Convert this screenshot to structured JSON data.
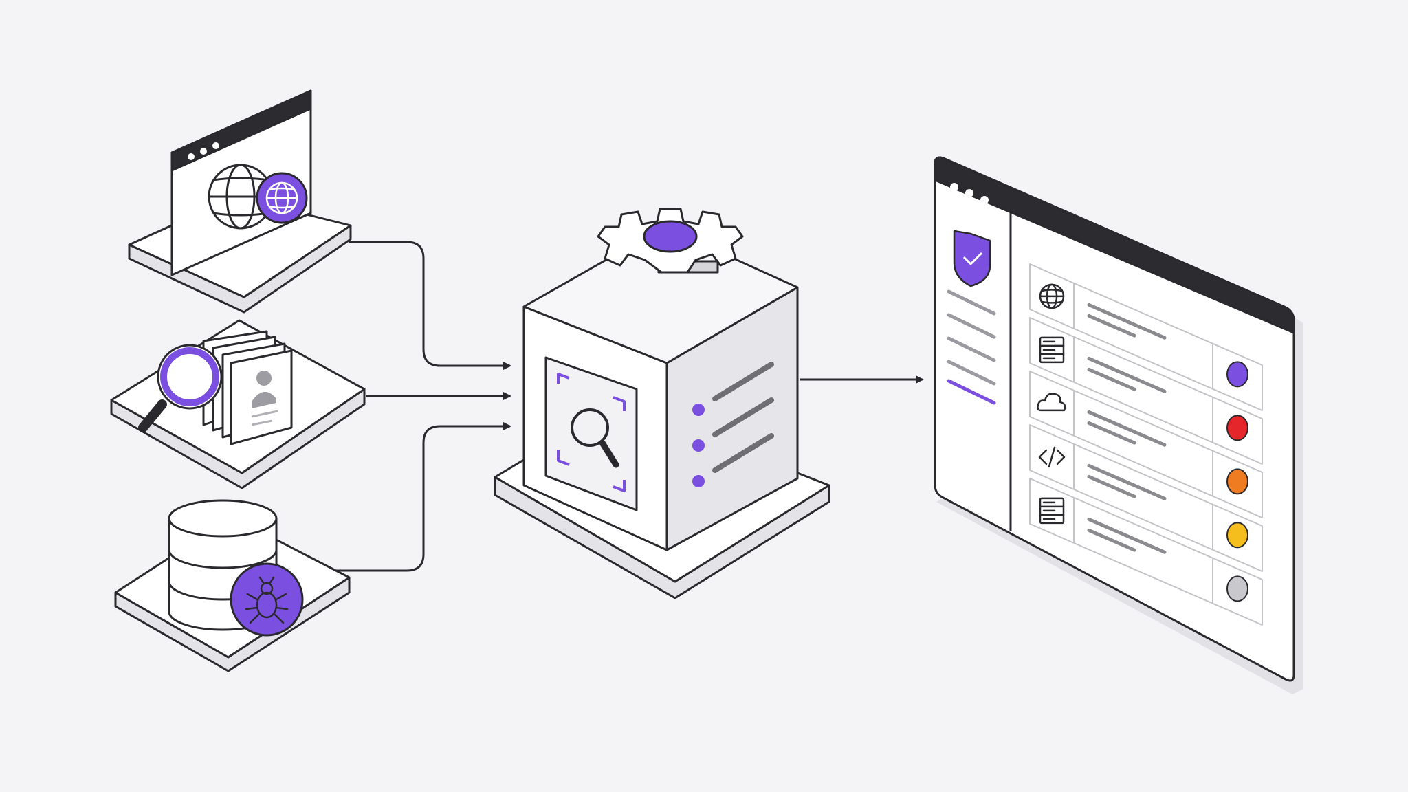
{
  "palette": {
    "background": "#f4f4f6",
    "outline": "#2a2a2e",
    "accent": "#7b4fe0",
    "panel": "#ffffff",
    "panel_shade": "#e6e6ea",
    "titlebar": "#2b2b30",
    "line_gray": "#8a8a8f"
  },
  "sources": [
    {
      "id": "web",
      "icon": "globe-icon",
      "badge_icon": "globe-badge-icon"
    },
    {
      "id": "records",
      "icon": "magnifier-icon",
      "badge_icon": "profile-card-icon"
    },
    {
      "id": "database",
      "icon": "database-icon",
      "badge_icon": "bug-icon"
    }
  ],
  "processor": {
    "top_icon": "gear-icon",
    "face_icon": "search-scan-icon",
    "list_items": 3
  },
  "dashboard": {
    "sidebar_icon": "shield-check-icon",
    "rows": [
      {
        "icon": "globe-icon",
        "status_color": "#7b4fe0"
      },
      {
        "icon": "server-icon",
        "status_color": "#e5262b"
      },
      {
        "icon": "cloud-icon",
        "status_color": "#f07c22"
      },
      {
        "icon": "code-icon",
        "status_color": "#f5be1d"
      },
      {
        "icon": "server-icon",
        "status_color": "#c9c9cd"
      }
    ]
  }
}
